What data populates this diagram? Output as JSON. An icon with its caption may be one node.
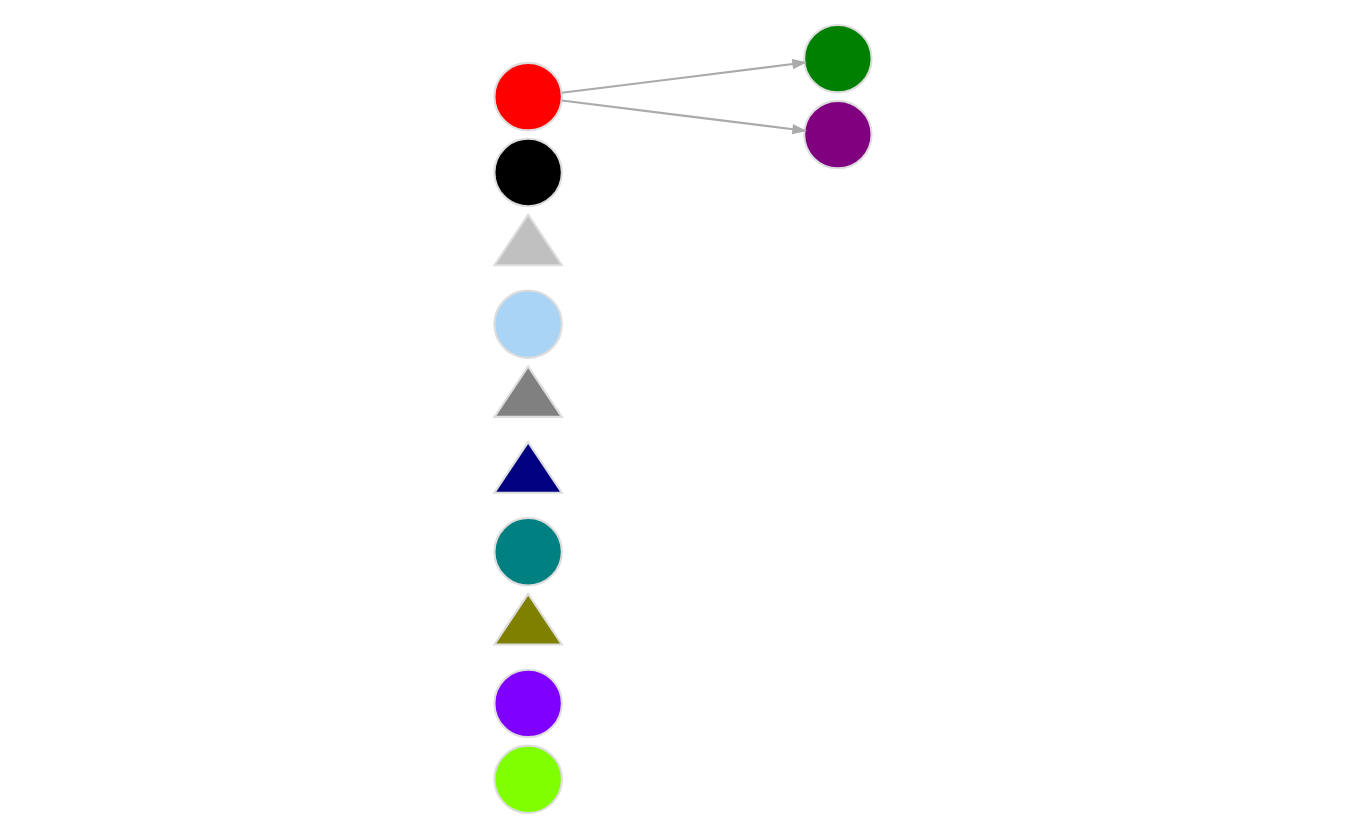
{
  "diagram": {
    "nodes": [
      {
        "text": [],
        "shape": "circle"
      },
      {
        "text": [],
        "shape": "circle"
      },
      {
        "text": [],
        "shape": "triangle"
      },
      {
        "text": [],
        "shape": "circle"
      },
      {
        "text": [],
        "shape": "triangle"
      },
      {
        "text": [],
        "shape": "triangle"
      },
      {
        "text": [],
        "shape": "circle"
      },
      {
        "text": [],
        "shape": "triangle"
      },
      {
        "text": [],
        "shape": "circle"
      },
      {
        "text": [],
        "shape": "circle"
      },
      {
        "text": [],
        "shape": "circle"
      },
      {
        "text": [],
        "shape": "circle"
      }
    ],
    "edges": [
      {
        "from": 9,
        "to": 10,
        "arrow": "to"
      },
      {
        "from": 9,
        "to": 11,
        "arrow": "to"
      }
    ]
  }
}
